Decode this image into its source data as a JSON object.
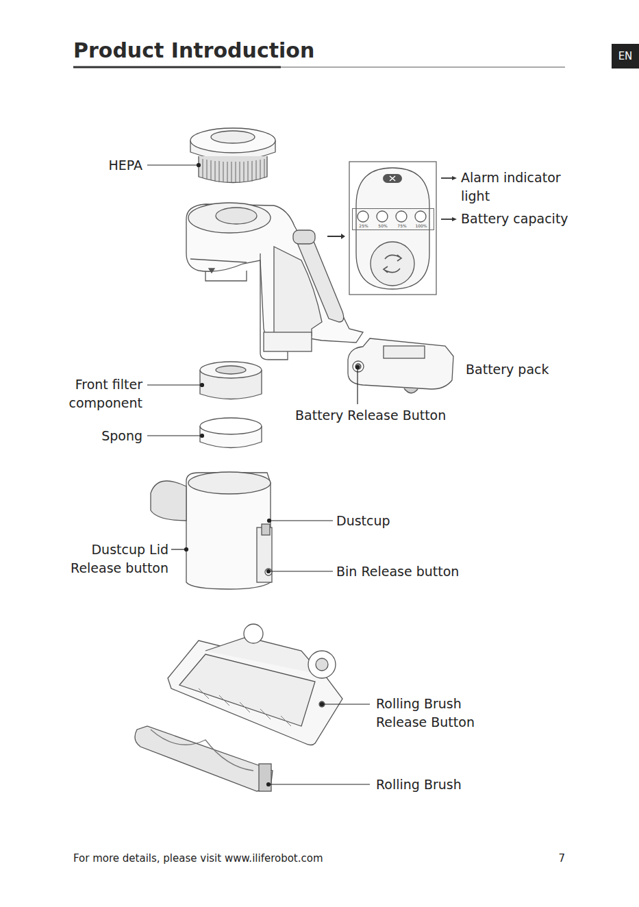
{
  "diagram": {
    "title": "Product Introduction",
    "nodes": [
      {
        "text": [
          "EN"
        ]
      },
      {
        "text": [
          "25%",
          "50%",
          "75%",
          "100%"
        ]
      }
    ],
    "labels": [
      "HEPA",
      "Alarm indicator light",
      "Battery capacity",
      "Battery pack",
      "Front filter component",
      "Battery Release Button",
      "Spong",
      "Dustcup",
      "Dustcup Lid Release button",
      "Bin Release button",
      "Rolling Brush Release Button",
      "Rolling Brush",
      "For more details, please visit www.iliferobot.com",
      "7"
    ]
  }
}
